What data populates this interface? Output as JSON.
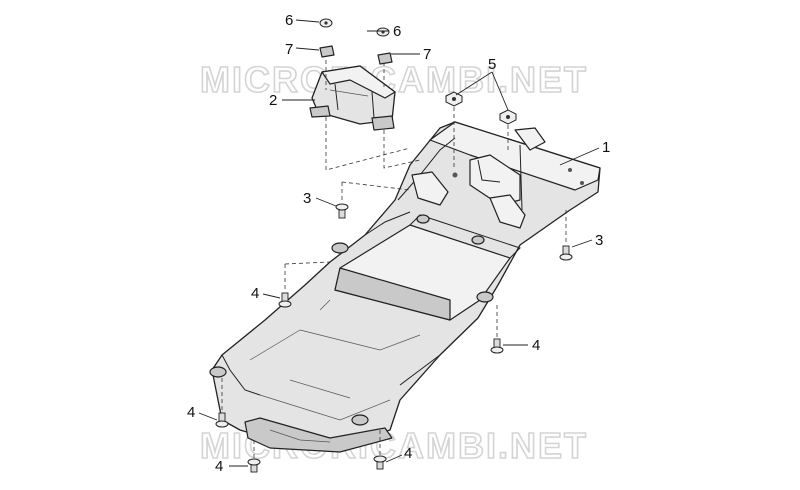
{
  "watermark": {
    "text": "MICRORICAMBI.NET"
  },
  "callouts": [
    {
      "id": "c1",
      "number": "1"
    },
    {
      "id": "c2",
      "number": "2"
    },
    {
      "id": "c3a",
      "number": "3"
    },
    {
      "id": "c3b",
      "number": "3"
    },
    {
      "id": "c4a",
      "number": "4"
    },
    {
      "id": "c4b",
      "number": "4"
    },
    {
      "id": "c4c",
      "number": "4"
    },
    {
      "id": "c4d",
      "number": "4"
    },
    {
      "id": "c4e",
      "number": "4"
    },
    {
      "id": "c5",
      "number": "5"
    },
    {
      "id": "c6a",
      "number": "6"
    },
    {
      "id": "c6b",
      "number": "6"
    },
    {
      "id": "c7a",
      "number": "7"
    },
    {
      "id": "c7b",
      "number": "7"
    }
  ]
}
